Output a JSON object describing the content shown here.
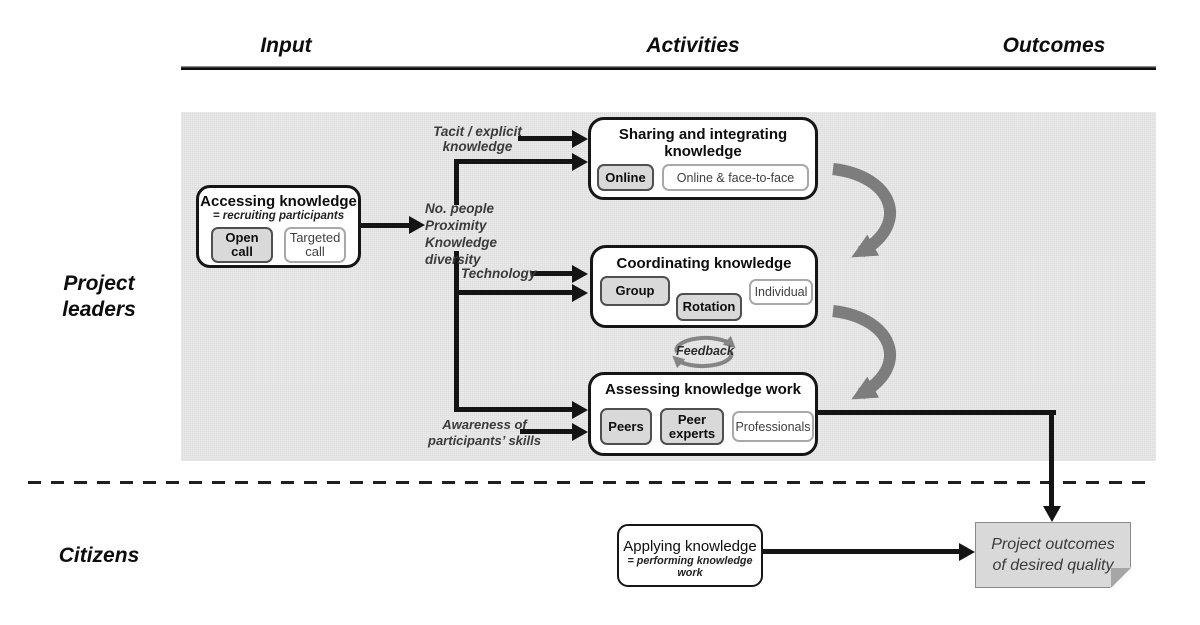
{
  "header": {
    "input": "Input",
    "activities": "Activities",
    "outcomes": "Outcomes"
  },
  "lanes": {
    "project_leaders_line1": "Project",
    "project_leaders_line2": "leaders",
    "citizens": "Citizens"
  },
  "factors": {
    "tacit_line1": "Tacit / explicit",
    "tacit_line2": "knowledge",
    "no_people": "No. people",
    "proximity": "Proximity",
    "knowledge_diversity": "Knowledge diversity",
    "technology": "Technology",
    "awareness_line1": "Awareness of",
    "awareness_line2": "participants’ skills",
    "feedback": "Feedback"
  },
  "boxes": {
    "accessing": {
      "title": "Accessing knowledge",
      "subtitle": "= recruiting participants",
      "open_call_line1": "Open",
      "open_call_line2": "call",
      "targeted_call_line1": "Targeted",
      "targeted_call_line2": "call"
    },
    "sharing": {
      "title_line1": "Sharing and integrating",
      "title_line2": "knowledge",
      "online": "Online",
      "online_face_to_face": "Online & face-to-face"
    },
    "coordinating": {
      "title": "Coordinating knowledge",
      "group": "Group",
      "rotation": "Rotation",
      "individual": "Individual"
    },
    "assessing": {
      "title": "Assessing knowledge work",
      "peers": "Peers",
      "peer_experts_line1": "Peer",
      "peer_experts_line2": "experts",
      "professionals": "Professionals"
    },
    "applying": {
      "title": "Applying knowledge",
      "subtitle": "= performing knowledge work"
    },
    "outcome": {
      "line1": "Project outcomes",
      "line2": "of desired quality"
    }
  },
  "colors": {
    "panel": "#e2e2e2",
    "box_border": "#161616",
    "option_gray": "#d9d9d9",
    "option_gray_border": "#4f4f4f",
    "option_white_border": "#a8a8a8",
    "arrow_black": "#141414",
    "arrow_gray": "#7d7d7d",
    "label_text": "#3b3b3b",
    "note_fill": "#d9d9d9",
    "note_border": "#8a8a8a"
  }
}
